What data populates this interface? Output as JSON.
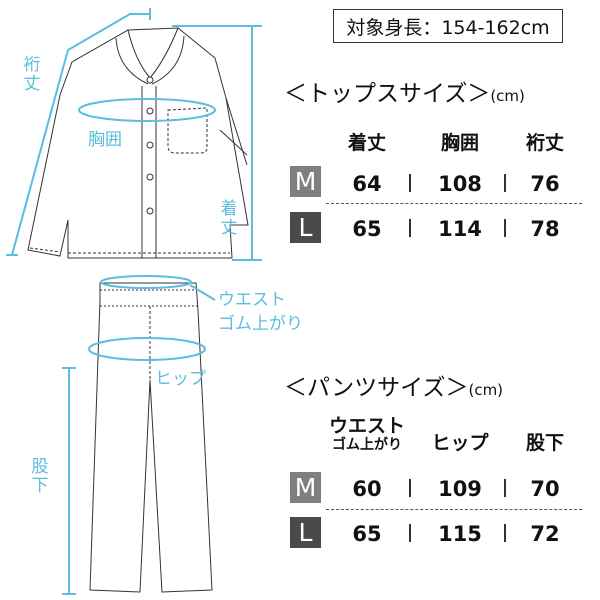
{
  "target_height": "対象身長：154-162cm",
  "illustration_labels": {
    "sleeve_length": "裄丈",
    "chest": "胸囲",
    "length": "着丈",
    "waist_line1": "ウエスト",
    "waist_line2": "ゴム上がり",
    "hip": "ヒップ",
    "inseam": "股下"
  },
  "tops": {
    "title": "＜トップスサイズ＞",
    "unit": "(cm)",
    "headers": [
      "着丈",
      "胸囲",
      "裄丈"
    ],
    "rows": [
      {
        "size": "M",
        "values": [
          "64",
          "108",
          "76"
        ]
      },
      {
        "size": "L",
        "values": [
          "65",
          "114",
          "78"
        ]
      }
    ]
  },
  "pants": {
    "title": "＜パンツサイズ＞",
    "unit": "(cm)",
    "headers": {
      "waist_line1": "ウエスト",
      "waist_line2": "ゴム上がり",
      "hip": "ヒップ",
      "inseam": "股下"
    },
    "rows": [
      {
        "size": "M",
        "values": [
          "60",
          "109",
          "70"
        ]
      },
      {
        "size": "L",
        "values": [
          "65",
          "115",
          "72"
        ]
      }
    ]
  },
  "colors": {
    "measure": "#5bbde0",
    "badge_m": "#7f7f7f",
    "badge_l": "#4a4a4a"
  }
}
